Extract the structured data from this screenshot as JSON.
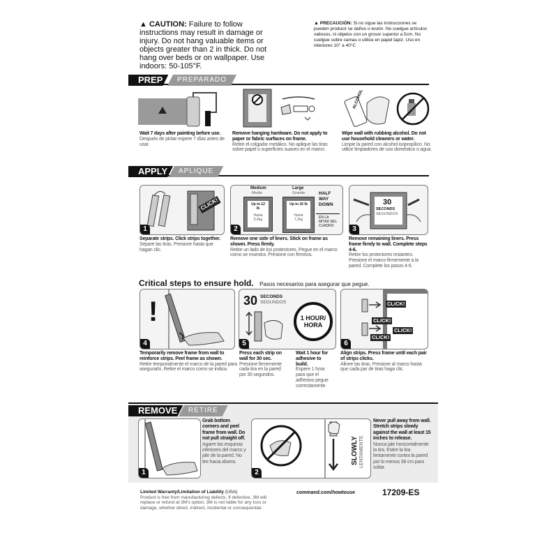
{
  "caution": {
    "en_title": "CAUTION:",
    "en_text": "Failure to follow instructions may result in damage or injury. Do not hang valuable items or objects greater than 2 in thick. Do not hang over beds or on wallpaper. Use indoors: 50-105°F.",
    "es_title": "PRECAUCIÓN:",
    "es_text": "Si no sigue las instrucciones se pueden producir se daños o lesión. No cuelgue artículos valiosos, ni objetos con un grosor superior a 5cm. No cuelgue sobre camas o utilice en papel tapiz. Uso en interiores 10° a 40°C"
  },
  "prep": {
    "title": "PREP",
    "title_es": "PREPARADO",
    "steps": [
      {
        "en": "Wait 7 days after painting before use.",
        "es": "Después de pintar espere 7 días antes de usar."
      },
      {
        "en": "Remove hanging hardware. Do not apply to paper or fabric surfaces on frame.",
        "es": "Retire el colgador metálico. No aplique las tiras sobre papel o superficies suaves en el marco."
      },
      {
        "en": "Wipe wall with rubbing alcohol. Do not use household cleaners or water.",
        "es": "Limpie la pared con alcohol isopropílico. No utilice limpiadores de uso doméstico o agua."
      }
    ],
    "alcohol_label": "ALCOHOL"
  },
  "apply": {
    "title": "APPLY",
    "title_es": "APLIQUE",
    "click": "CLICK!",
    "medium": {
      "label": "Medium",
      "label_es": "Medio",
      "capacity": "Up to 12 lb",
      "capacity_es": "Hasta 5,4kg"
    },
    "large": {
      "label": "Large",
      "label_es": "Grande",
      "capacity": "Up to 16 lb",
      "capacity_es": "Hasta 7,2kg"
    },
    "half_way": "HALF WAY DOWN",
    "half_way_es": "EN LA MITAD DEL CUADRO",
    "seconds": "30",
    "seconds_label": "SECONDS",
    "seconds_label_es": "SEGUNDOS",
    "steps": [
      {
        "num": "1",
        "en": "Separate strips. Click strips together.",
        "es": "Separe las tiras. Presione hasta que hagan clic."
      },
      {
        "num": "2",
        "en": "Remove one side of liners. Stick on frame as shown. Press firmly.",
        "es": "Retire un lado de los protectores. Pegue en el marco como se muestra. Presione con firmeza."
      },
      {
        "num": "3",
        "en": "Remove remaining liners. Press frame firmly to wall. Complete steps 4-6.",
        "es": "Retire los protectores restantes. Presione el marco firmemente a la pared. Complete los pasos 4-6."
      }
    ]
  },
  "critical": {
    "title": "Critical steps to ensure hold.",
    "title_es": "Pasos necesarios para asegurar que pegue.",
    "exclaim": "!",
    "hour": "1 HOUR/",
    "hour_es": "HORA",
    "steps": [
      {
        "num": "4",
        "en": "Temporarily remove frame from wall to reinforce strips. Peel frame as shown.",
        "es": "Retire temporalmente el marco de la pared para asegurarlo. Retire el marco como se indica."
      },
      {
        "num": "5",
        "en": "Press each strip on wall for 30 sec.",
        "es": "Presione firmemente cada tira en la pared por 30 segundos."
      },
      {
        "num": "",
        "en": "Wait 1 hour for adhesive to build.",
        "es": "Espere 1 hora para que el adhesivo pegue correctamente."
      },
      {
        "num": "6",
        "en": "Align strips. Press frame until each pair of strips clicks.",
        "es": "Alinee las tiras. Presione al marco hasta que cada par de tiras haga clic."
      }
    ]
  },
  "remove": {
    "title": "REMOVE",
    "title_es": "RETIRE",
    "slowly": "SLOWLY",
    "slowly_es": "LENTAMENTE",
    "steps": [
      {
        "num": "1",
        "en": "Grab bottom corners and peel frame from wall. Do not pull straight off.",
        "es": "Agarre las esquinas inferiores del marco y jale de la pared. No tire hacia afuera."
      },
      {
        "num": "2",
        "en": "Never pull away from wall. Stretch strips slowly against the wall at least 15 inches to release.",
        "es": "Nunca jale horizontalmente la tira. Estire la tira lentamente contra la pared por lo menos 38 cm para soltar."
      }
    ]
  },
  "footer": {
    "warranty_title": "Limited Warranty/Limitation of Liability",
    "warranty_region": "(USA)",
    "warranty_text": "Product is free from manufacturing defects. If defective, 3M will replace or refund at 3M's option. 3M is not liable for any loss or damage, whether direct, indirect, incidental or consequential.",
    "url": "command.com/howtouse",
    "code": "17209-ES"
  }
}
